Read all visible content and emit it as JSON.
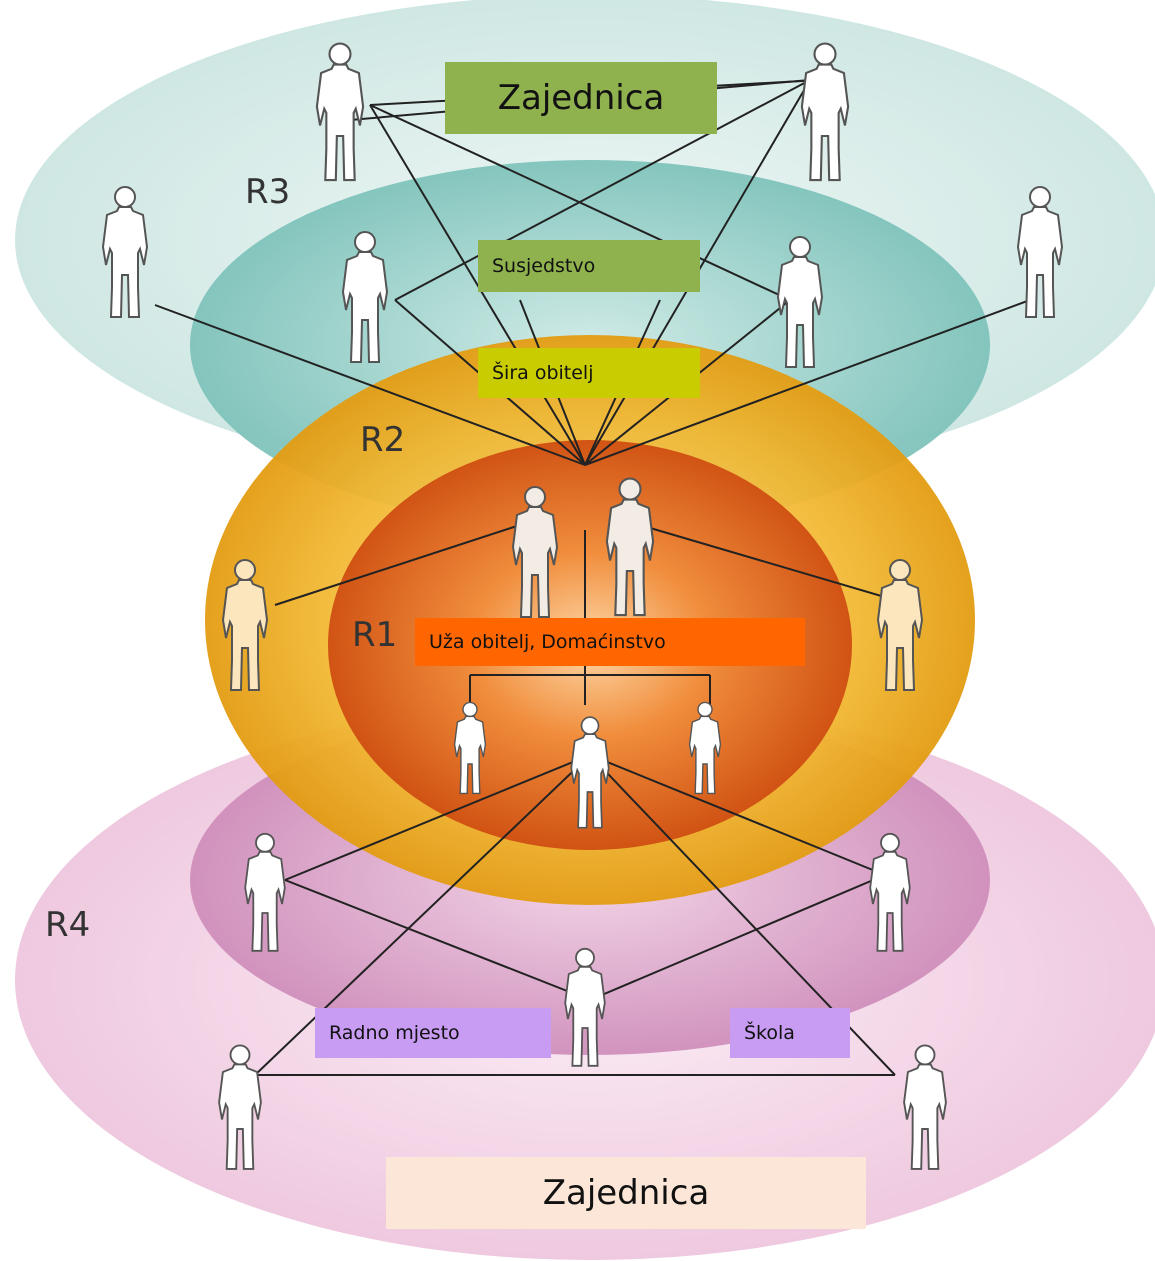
{
  "rings": {
    "r1": "R1",
    "r2": "R2",
    "r3": "R3",
    "r4": "R4"
  },
  "labels": {
    "community_top": "Zajednica",
    "neighbourhood": "Susjedstvo",
    "extended_family": "Šira obitelj",
    "household": "Uža obitelj, Domaćinstvo",
    "workplace": "Radno mjesto",
    "school": "Škola",
    "community_bottom": "Zajednica"
  },
  "colors": {
    "community_top_bg": "#8fb24f",
    "neighbourhood_bg": "#8fb24f",
    "extended_family_bg": "#c8cc00",
    "household_bg": "#ff6600",
    "workplace_bg": "#c79cf2",
    "school_bg": "#c79cf2",
    "community_bottom_bg": "#fce6d8",
    "r3_outer": "#d6ece9",
    "r3_inner": "#8ecdc6",
    "r2_outer": "#f2b72a",
    "r1_core": "#e8651f",
    "r4_outer": "#f3d3e6",
    "r4_inner": "#d89bc5",
    "line": "#222222",
    "person": "#ffffff"
  }
}
